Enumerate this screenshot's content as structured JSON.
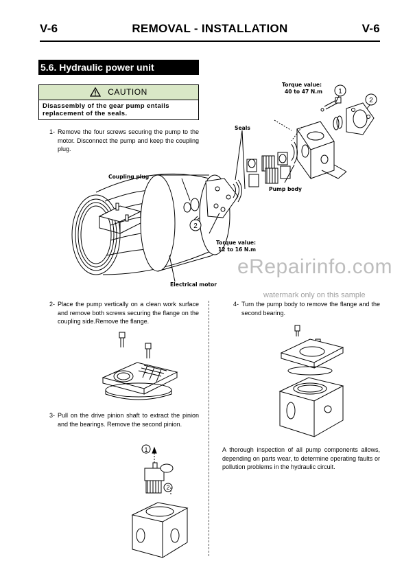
{
  "header": {
    "left": "V-6",
    "title": "REMOVAL - INSTALLATION",
    "right": "V-6"
  },
  "section": {
    "title": "5.6. Hydraulic power unit"
  },
  "caution": {
    "label": "CAUTION",
    "message": "Disassembly of the gear pump entails replacement of the seals."
  },
  "steps": [
    {
      "num": "1-",
      "text": "Remove the four screws securing the pump to the motor. Disconnect the pump and keep the coupling plug."
    },
    {
      "num": "2-",
      "text": "Place the pump vertically on a clean work surface and remove both screws securing the flange on the coupling side.Remove the flange."
    },
    {
      "num": "3-",
      "text": "Pull on the drive pinion shaft to extract the pinion and the bearings. Remove the second pinion."
    },
    {
      "num": "4-",
      "text": "Turn the pump body to remove the flange and the second bearing."
    }
  ],
  "note": "A thorough inspection of all pump components allows, depending on parts wear, to determine operating faults or pollution problems in the hydraulic circuit.",
  "diagram_labels": {
    "torque_top_1": "Torque value:",
    "torque_top_2": "40 to 47 N.m",
    "seals": "Seals",
    "coupling_plug": "Coupling plug",
    "pump_body": "Pump body",
    "torque_bottom_1": "Torque value:",
    "torque_bottom_2": "12 to 16 N.m",
    "electrical_motor": "Electrical motor",
    "callout_1": "1",
    "callout_2": "2",
    "callout_2b": "2",
    "callout_s3_1": "1",
    "callout_s3_2": "2"
  },
  "watermark": {
    "brand": "eRepairinfo.com",
    "note": "watermark only on this sample"
  }
}
